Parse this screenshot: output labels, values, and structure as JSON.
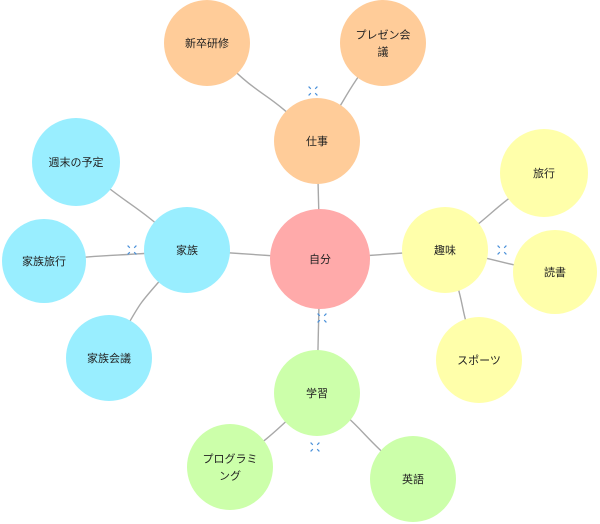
{
  "colors": {
    "center": "#ffaaaa",
    "work": "#ffcc99",
    "hobby": "#ffffaa",
    "study": "#ccffaa",
    "family": "#99eeff",
    "edge": "#a8a8a8",
    "collapse": "#4a90d9"
  },
  "mindmap": {
    "center": {
      "id": "self",
      "lines": [
        "自分"
      ]
    },
    "branches": [
      {
        "id": "work",
        "lines": [
          "仕事"
        ],
        "children": [
          {
            "id": "new-hire-training",
            "lines": [
              "新卒研修"
            ]
          },
          {
            "id": "presentation-meeting",
            "lines": [
              "プレゼン会",
              "議"
            ]
          }
        ]
      },
      {
        "id": "hobby",
        "lines": [
          "趣味"
        ],
        "children": [
          {
            "id": "travel",
            "lines": [
              "旅行"
            ]
          },
          {
            "id": "reading",
            "lines": [
              "読書"
            ]
          },
          {
            "id": "sports",
            "lines": [
              "スポーツ"
            ]
          }
        ]
      },
      {
        "id": "study",
        "lines": [
          "学習"
        ],
        "children": [
          {
            "id": "programming",
            "lines": [
              "プログラミ",
              "ング"
            ]
          },
          {
            "id": "english",
            "lines": [
              "英語"
            ]
          }
        ]
      },
      {
        "id": "family",
        "lines": [
          "家族"
        ],
        "children": [
          {
            "id": "weekend-plans",
            "lines": [
              "週末の予定"
            ]
          },
          {
            "id": "family-trip",
            "lines": [
              "家族旅行"
            ]
          },
          {
            "id": "family-meeting",
            "lines": [
              "家族会議"
            ]
          }
        ]
      }
    ]
  }
}
